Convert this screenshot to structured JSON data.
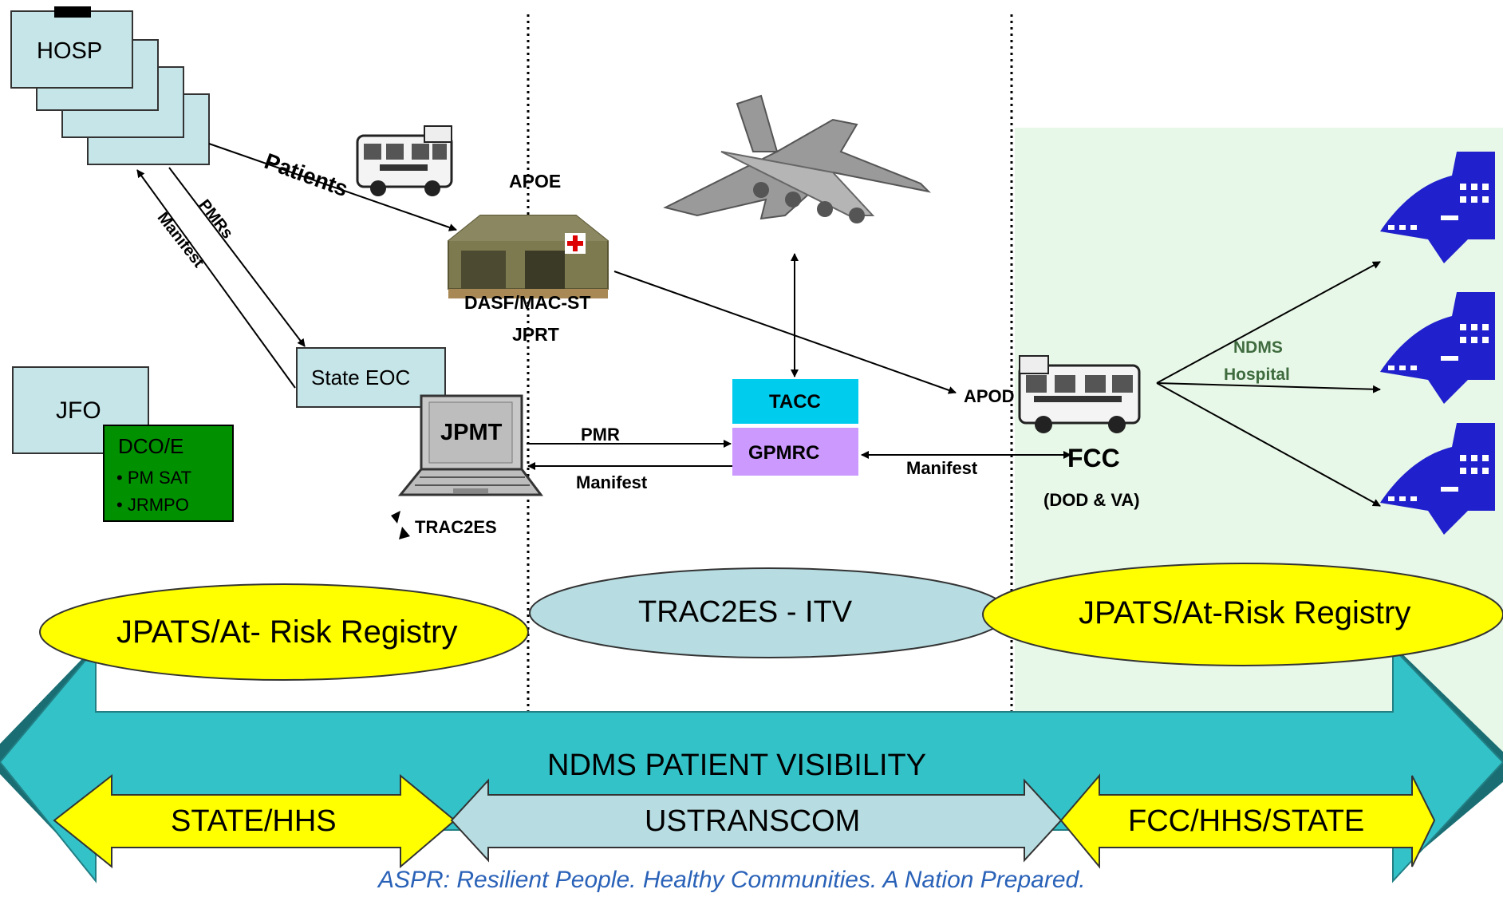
{
  "labels": {
    "hosp": "HOSP",
    "jfo": "JFO",
    "dco_title": "DCO/E",
    "dco_items": [
      "PM SAT",
      "JRMPO"
    ],
    "state_eoc": "State EOC",
    "jpmt": "JPMT",
    "trac2es": "TRAC2ES",
    "patients": "Patients",
    "pmrs": "PMRs",
    "manifest_left": "Manifest",
    "apoe": "APOE",
    "dasf": "DASF/MAC-ST",
    "jprt": "JPRT",
    "tacc": "TACC",
    "gpmrc": "GPMRC",
    "pmr": "PMR",
    "manifest_mid": "Manifest",
    "manifest_right": "Manifest",
    "apod": "APOD",
    "fcc": "FCC",
    "dod_va": "(DOD & VA)",
    "ndms_hospital": [
      "NDMS",
      "Hospital"
    ],
    "ellipse_left": "JPATS/At- Risk Registry",
    "ellipse_mid": "TRAC2ES - ITV",
    "ellipse_right": "JPATS/At-Risk Registry",
    "big_arrow": "NDMS PATIENT VISIBILITY",
    "arrow_state": "STATE/HHS",
    "arrow_ustranscom": "USTRANSCOM",
    "arrow_fcc": "FCC/HHS/STATE",
    "footer": "ASPR: Resilient People. Healthy Communities. A Nation Prepared."
  },
  "colors": {
    "box_fill": "#c6e5e8",
    "dco_fill": "#009000",
    "tacc": "#00ccee",
    "gpmrc": "#cc99ff",
    "ellipse_yellow": "#ffff00",
    "ellipse_blue": "#b7dde2",
    "big_arrow": "#33c2c8",
    "big_arrow_dark": "#1a6e73",
    "yellow_arrow": "#ffff00",
    "blue_arrow": "#b7dde2",
    "green_zone": "#e8f8e8",
    "hospital_icon": "#2020cc",
    "footer_text": "#2a62b8"
  },
  "icons": [
    "ambulance-icon",
    "tent-icon",
    "airplane-icon",
    "laptop-icon",
    "hospital-icon"
  ]
}
